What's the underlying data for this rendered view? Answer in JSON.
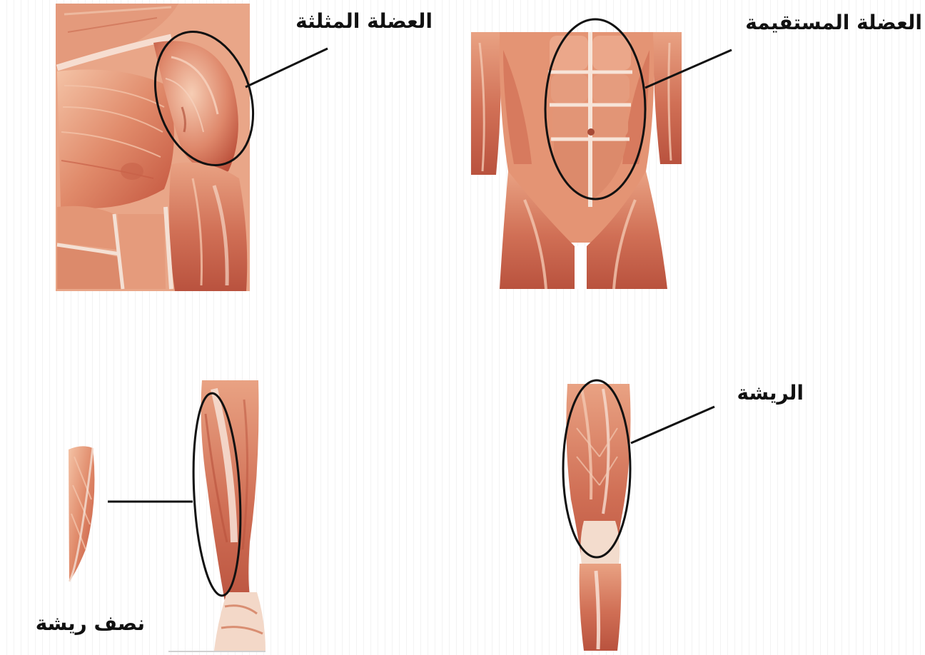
{
  "labels": {
    "deltoid": "العضلة المثلثة",
    "rectus": "العضلة المستقيمة",
    "pennate": "الريشة",
    "semi_pennate": "نصف ريشة"
  },
  "colors": {
    "muscle_light": "#f0b89a",
    "muscle_mid": "#e08a6a",
    "muscle_dark": "#c0503c",
    "tendon": "#f4e6dc",
    "outline": "#111111"
  }
}
